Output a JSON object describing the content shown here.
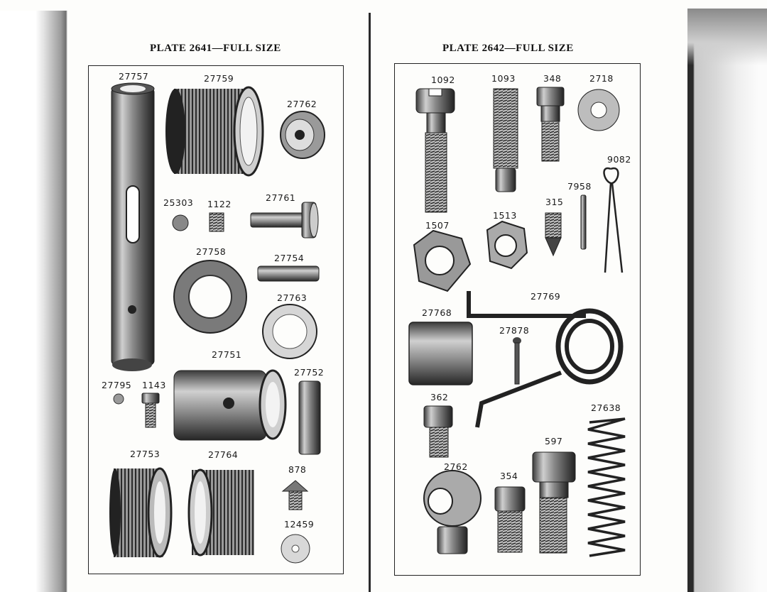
{
  "left_page": {
    "plate_title": "PLATE 2641—FULL SIZE",
    "parts": {
      "p27757": "27757",
      "p27759": "27759",
      "p27762": "27762",
      "p25303": "25303",
      "p1122": "1122",
      "p27761": "27761",
      "p27758": "27758",
      "p27754": "27754",
      "p27763": "27763",
      "p27751": "27751",
      "p27752": "27752",
      "p27795": "27795",
      "p1143": "1143",
      "p27753": "27753",
      "p27764": "27764",
      "p878": "878",
      "p12459": "12459"
    }
  },
  "right_page": {
    "plate_title": "PLATE 2642—FULL SIZE",
    "parts": {
      "p1092": "1092",
      "p1093": "1093",
      "p348": "348",
      "p2718": "2718",
      "p9082": "9082",
      "p7958": "7958",
      "p315": "315",
      "p1513": "1513",
      "p1507": "1507",
      "p27769": "27769",
      "p27768": "27768",
      "p27878": "27878",
      "p362": "362",
      "p27638": "27638",
      "p597": "597",
      "p2762": "2762",
      "p354": "354"
    }
  },
  "colors": {
    "ink": "#1a1a1a",
    "metal_dark": "#2e2e2e",
    "metal_mid": "#8c8c8c",
    "metal_light": "#d9d9d9",
    "paper": "#fdfdfb"
  }
}
